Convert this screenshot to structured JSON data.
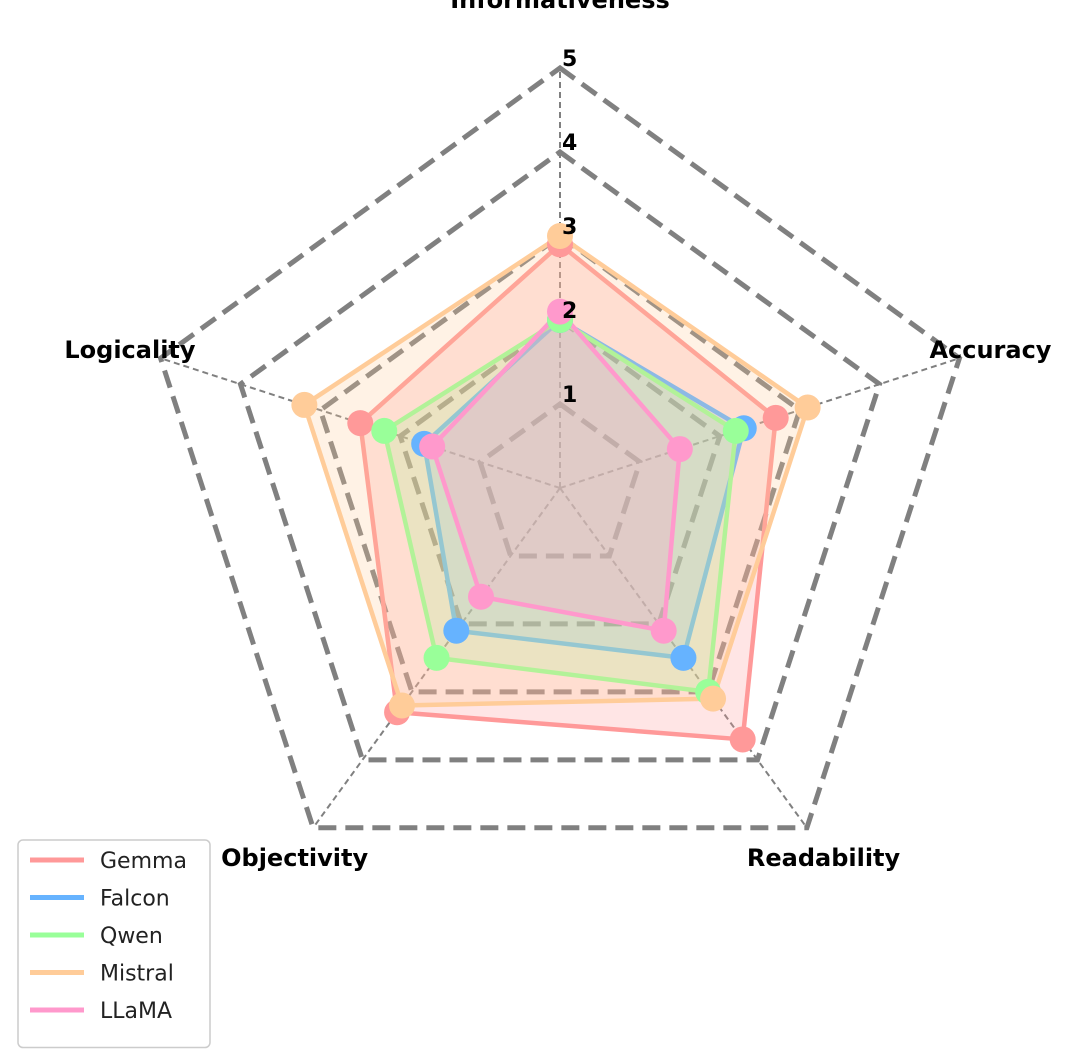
{
  "chart_data": {
    "type": "radar",
    "title": "",
    "axes": [
      "Informativeness",
      "Accuracy",
      "Readability",
      "Objectivity",
      "Logicality"
    ],
    "rlim": [
      0,
      5
    ],
    "rticks": [
      1,
      2,
      3,
      4,
      5
    ],
    "grid": true,
    "legend_position": "bottom-left",
    "series": [
      {
        "name": "Gemma",
        "color": "#ff9999",
        "values": [
          2.9,
          2.7,
          3.7,
          3.3,
          2.5
        ]
      },
      {
        "name": "Falcon",
        "color": "#66b3ff",
        "values": [
          2.0,
          2.3,
          2.5,
          2.1,
          1.7
        ]
      },
      {
        "name": "Qwen",
        "color": "#99ff99",
        "values": [
          2.0,
          2.2,
          3.0,
          2.5,
          2.2
        ]
      },
      {
        "name": "Mistral",
        "color": "#ffcc99",
        "values": [
          3.0,
          3.1,
          3.1,
          3.2,
          3.2
        ]
      },
      {
        "name": "LLaMA",
        "color": "#ff99cc",
        "values": [
          2.1,
          1.5,
          2.1,
          1.6,
          1.6
        ]
      }
    ]
  }
}
